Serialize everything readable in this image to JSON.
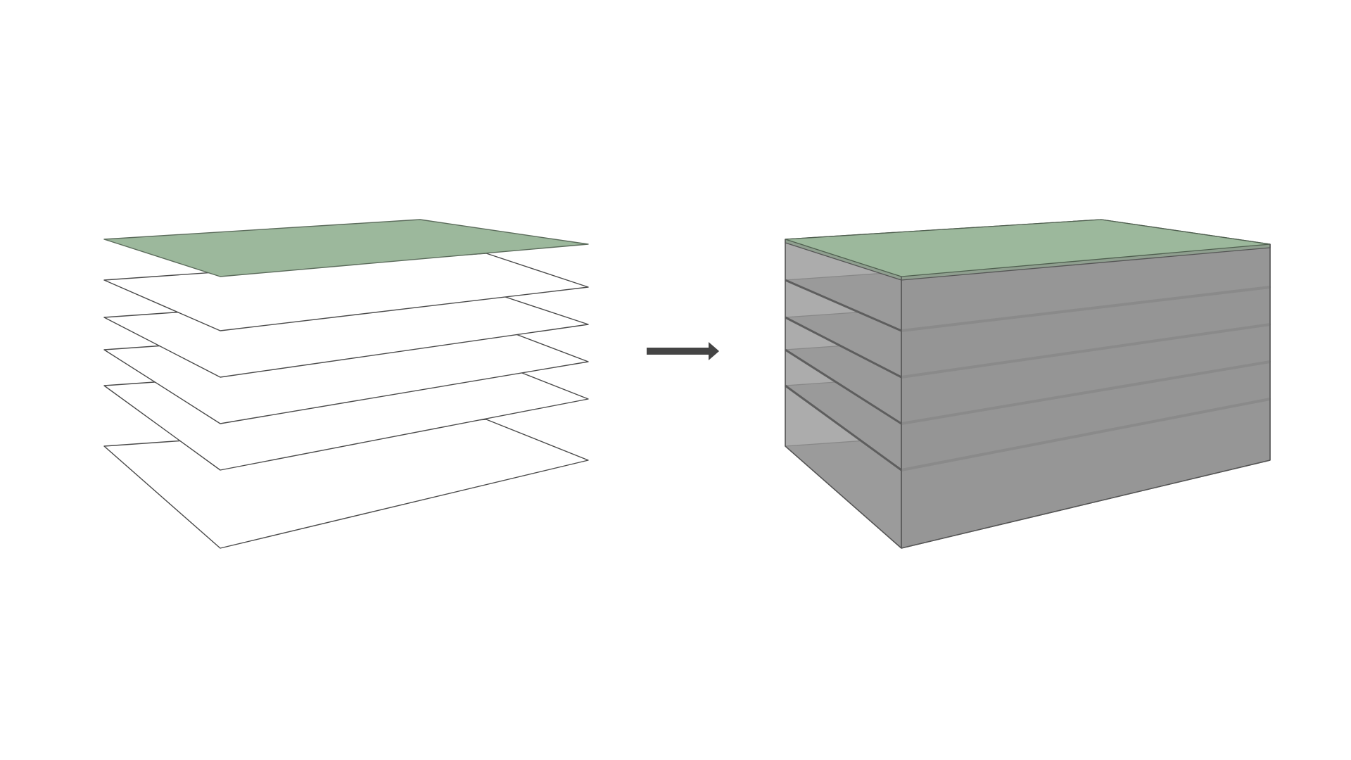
{
  "diagram": {
    "left_stack": {
      "floor_plates": 5,
      "roof_color": "#9cb89c",
      "plate_fill": "#ffffff",
      "stroke_color": "#4a4a4a"
    },
    "arrow": {
      "direction": "right",
      "color": "#444444"
    },
    "right_volume": {
      "floor_plates": 5,
      "roof_color": "#9cb89c",
      "side_light": "#b3b3b3",
      "side_mid": "#969696",
      "interior_dark": "#7d7d7d",
      "slab_edge": "#9a9a9a",
      "stroke_color": "#555555"
    }
  }
}
